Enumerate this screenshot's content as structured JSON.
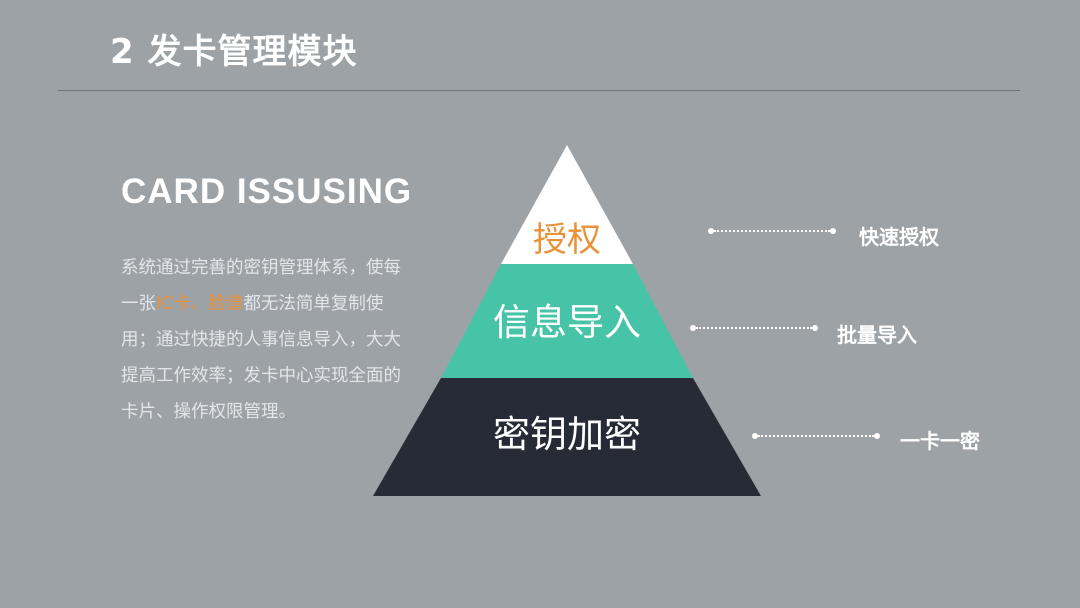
{
  "slide": {
    "title": "2 发卡管理模块",
    "heading": "CARD ISSUSING",
    "body_before": "系统通过完善的密钥管理体系，使每一张",
    "body_hl1": "IC卡",
    "body_sep": "、",
    "body_hl2": "脸谱",
    "body_after": "都无法简单复制使用；通过快捷的人事信息导入，大大提高工作效率；发卡中心实现全面的卡片、操作权限管理。"
  },
  "pyramid": {
    "top": {
      "label": "授权",
      "fill": "#ffffff",
      "text_color": "#e8923a"
    },
    "middle": {
      "label": "信息导入",
      "fill": "#47c4a7",
      "text_color": "#ffffff"
    },
    "bottom": {
      "label": "密钥加密",
      "fill": "#272b35",
      "text_color": "#ffffff"
    }
  },
  "annotations": [
    {
      "label": "快速授权"
    },
    {
      "label": "批量导入"
    },
    {
      "label": "一卡一密"
    }
  ],
  "colors": {
    "background": "#9da2a7",
    "highlight": "#e8923a"
  }
}
